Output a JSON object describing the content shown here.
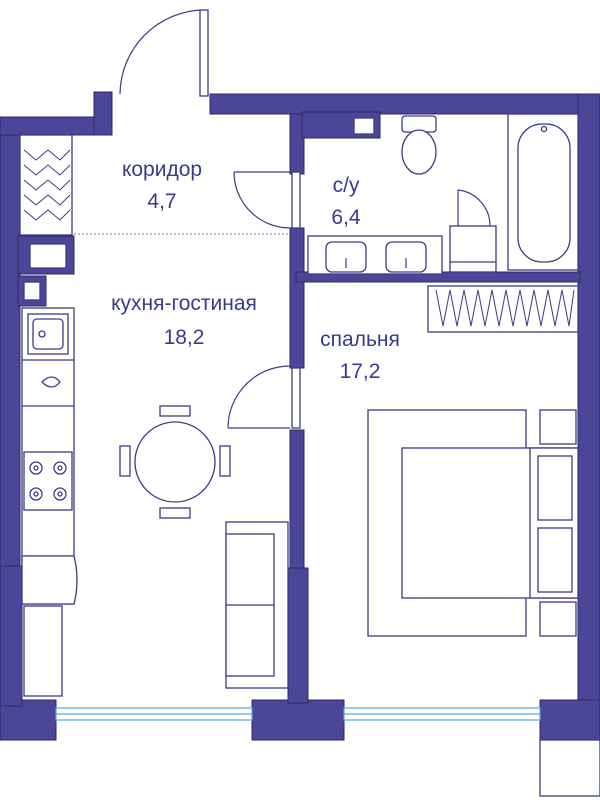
{
  "rooms": [
    {
      "name": "коридор",
      "area": "4,7"
    },
    {
      "name": "с/у",
      "area": "6,4"
    },
    {
      "name": "кухня-гостиная",
      "area": "18,2"
    },
    {
      "name": "спальня",
      "area": "17,2"
    }
  ],
  "colors": {
    "wall": "#4b4697",
    "text": "#3a3a8c",
    "window": "#5aa8dc"
  }
}
